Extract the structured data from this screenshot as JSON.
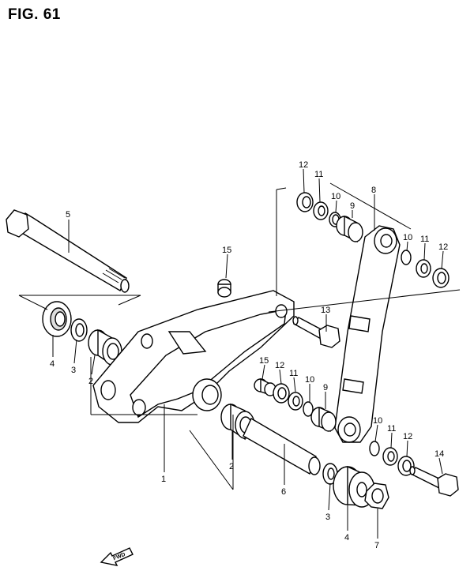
{
  "figure": {
    "title": "FIG. 61"
  },
  "callouts": [
    {
      "id": "c5",
      "label": "5"
    },
    {
      "id": "c4",
      "label": "4"
    },
    {
      "id": "c3a",
      "label": "3"
    },
    {
      "id": "c2a",
      "label": "2"
    },
    {
      "id": "c1",
      "label": "1"
    },
    {
      "id": "c2b",
      "label": "2"
    },
    {
      "id": "c6",
      "label": "6"
    },
    {
      "id": "c3b",
      "label": "3"
    },
    {
      "id": "c4b",
      "label": "4"
    },
    {
      "id": "c7",
      "label": "7"
    },
    {
      "id": "c15a",
      "label": "15"
    },
    {
      "id": "c13",
      "label": "13"
    },
    {
      "id": "c15b",
      "label": "15"
    },
    {
      "id": "c12a",
      "label": "12"
    },
    {
      "id": "c11a",
      "label": "11"
    },
    {
      "id": "c10a",
      "label": "10"
    },
    {
      "id": "c9a",
      "label": "9"
    },
    {
      "id": "c12b",
      "label": "12"
    },
    {
      "id": "c11b",
      "label": "11"
    },
    {
      "id": "c10b",
      "label": "10"
    },
    {
      "id": "c9b",
      "label": "9"
    },
    {
      "id": "c8",
      "label": "8"
    },
    {
      "id": "c10c",
      "label": "10"
    },
    {
      "id": "c11c",
      "label": "11"
    },
    {
      "id": "c12c",
      "label": "12"
    },
    {
      "id": "c10d",
      "label": "10"
    },
    {
      "id": "c11d",
      "label": "11"
    },
    {
      "id": "c12d",
      "label": "12"
    },
    {
      "id": "c14",
      "label": "14"
    }
  ],
  "direction_marker": {
    "label": "FWD"
  }
}
